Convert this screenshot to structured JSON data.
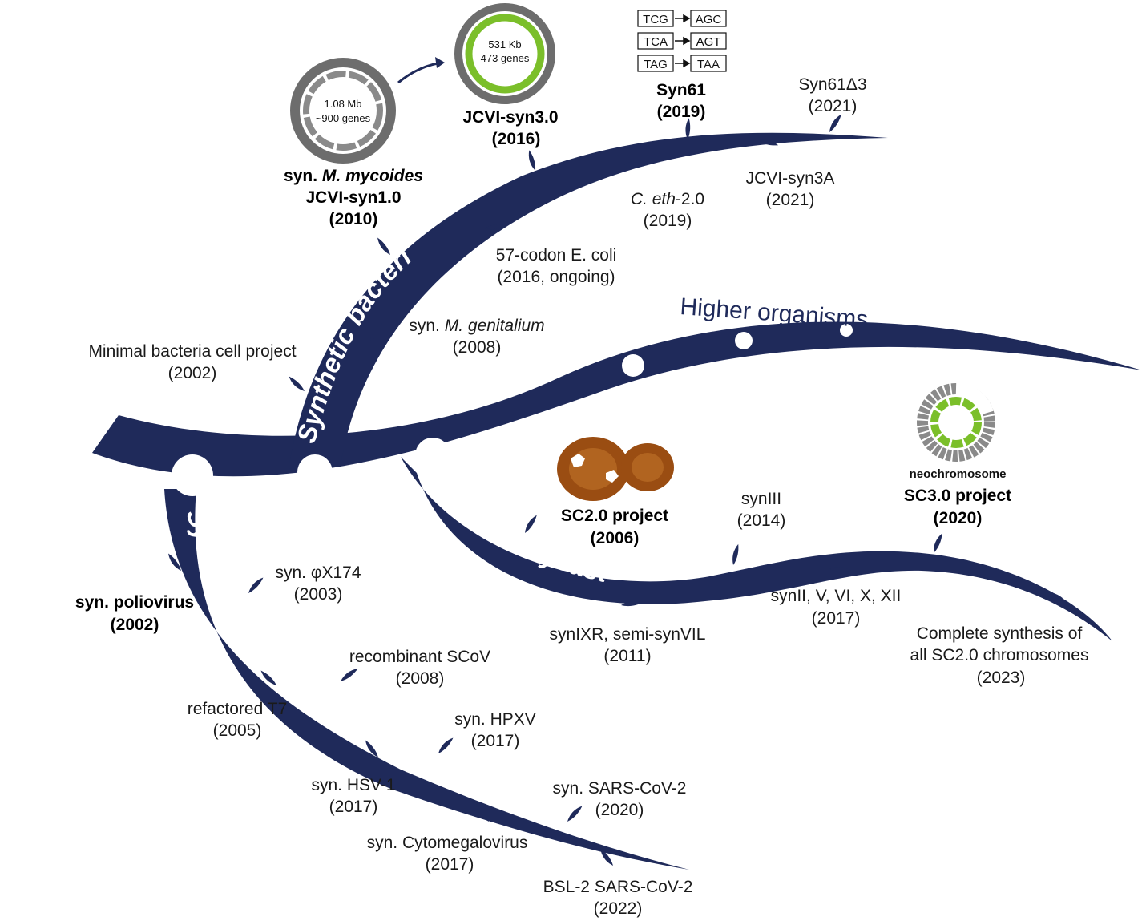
{
  "colors": {
    "branch": "#1f2a5a",
    "genome_gray": "#6d6d6d",
    "genome_green": "#7bbf2a",
    "yeast_brown": "#9a4d12",
    "node": "#ffffff"
  },
  "branches": {
    "bacteria": "Synthetic bacteria",
    "viruses": "Synthetic viruses",
    "yeast": "Synthetic yeast",
    "higher": "Higher organisms"
  },
  "bacteria": {
    "minimal_project": {
      "line1": "Minimal bacteria cell project",
      "line2": "(2002)"
    },
    "genitalium": {
      "prefix": "syn. ",
      "italic": "M. genitalium",
      "year": "(2008)"
    },
    "mycoides": {
      "prefix": "syn. ",
      "italic": "M. mycoides",
      "line2": "JCVI-syn1.0",
      "year": "(2010)"
    },
    "syn1_genome": {
      "size": "1.08 Mb",
      "genes": "~900 genes"
    },
    "syn3": {
      "name": "JCVI-syn3.0",
      "year": "(2016)"
    },
    "syn3_genome": {
      "size": "531 Kb",
      "genes": "473 genes"
    },
    "codon57": {
      "line1": "57-codon E. coli",
      "line2": "(2016, ongoing)"
    },
    "ceth": {
      "italic": "C. eth",
      "suffix": "-2.0",
      "year": "(2019)"
    },
    "syn61": {
      "name": "Syn61",
      "year": "(2019)"
    },
    "codons": [
      {
        "from": "TCG",
        "to": "AGC"
      },
      {
        "from": "TCA",
        "to": "AGT"
      },
      {
        "from": "TAG",
        "to": "TAA"
      }
    ],
    "syn3a": {
      "name": "JCVI-syn3A",
      "year": "(2021)"
    },
    "syn61d3": {
      "name": "Syn61Δ3",
      "year": "(2021)"
    }
  },
  "viruses": {
    "polio": {
      "name": "syn. poliovirus",
      "year": "(2002)"
    },
    "phix": {
      "name": "syn. φX174",
      "year": "(2003)"
    },
    "t7": {
      "name": "refactored T7",
      "year": "(2005)"
    },
    "scov": {
      "name": "recombinant SCoV",
      "year": "(2008)"
    },
    "hpxv": {
      "name": "syn. HPXV",
      "year": "(2017)"
    },
    "hsv": {
      "name": "syn. HSV-1",
      "year": "(2017)"
    },
    "cmv": {
      "name": "syn. Cytomegalovirus",
      "year": "(2017)"
    },
    "sars": {
      "name": "syn. SARS-CoV-2",
      "year": "(2020)"
    },
    "bsl": {
      "name": "BSL-2 SARS-CoV-2",
      "year": "(2022)"
    }
  },
  "yeast": {
    "sc20": {
      "name": "SC2.0 project",
      "year": "(2006)"
    },
    "synixr": {
      "name": "synIXR, semi-synVIL",
      "year": "(2011)"
    },
    "syniii": {
      "name": "synIII",
      "year": "(2014)"
    },
    "synii": {
      "name": "synII, V, VI, X, XII",
      "year": "(2017)"
    },
    "neo_label": "neochromosome",
    "sc30": {
      "name": "SC3.0 project",
      "year": "(2020)"
    },
    "complete": {
      "line1": "Complete synthesis of",
      "line2": "all SC2.0 chromosomes",
      "year": "(2023)"
    }
  }
}
